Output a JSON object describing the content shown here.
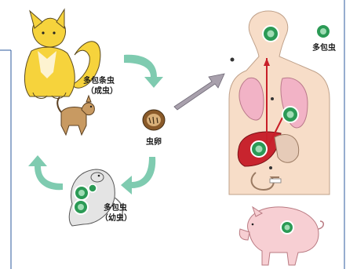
{
  "labels": {
    "adult_name": "多包条虫",
    "adult_stage": "（成虫）",
    "egg": "虫卵",
    "larva_name": "多包虫",
    "larva_stage": "（幼虫）",
    "legend": "多包虫"
  },
  "colors": {
    "fox": "#f6d33c",
    "dog": "#c89a62",
    "cycle_arrow": "#7fcbb0",
    "gray_arrow": "#a8a0ac",
    "body": "#f7ddc8",
    "lung": "#f2b3c6",
    "liver": "#c8242e",
    "cyst": "#2b9a55",
    "route": "#c81e28",
    "pig": "#f7cfd3",
    "frame": "#2e5a9e"
  },
  "icons": [
    "fox-icon",
    "dog-icon",
    "mouse-icon",
    "pig-icon",
    "human-body-icon",
    "egg-icon",
    "cyst-icon"
  ]
}
